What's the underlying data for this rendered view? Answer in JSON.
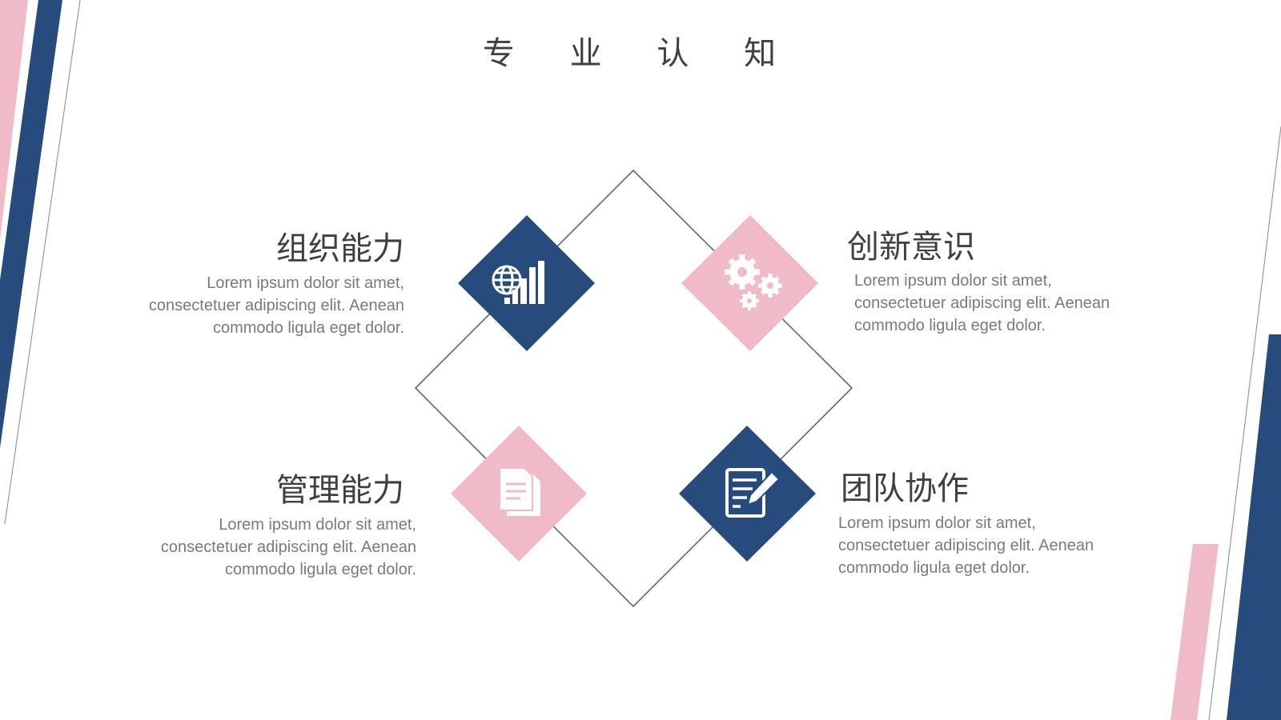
{
  "slide": {
    "title": "专 业 认 知"
  },
  "colors": {
    "navy": "#264B7C",
    "pink": "#F0BBC7",
    "outline": "#666666",
    "text": "#404040",
    "muted": "#7A7A7A"
  },
  "items": [
    {
      "heading": "组织能力",
      "lines": [
        "Lorem ipsum dolor sit amet,",
        "consectetuer adipiscing elit. Aenean",
        "commodo ligula eget dolor."
      ],
      "icon": "globe-chart-icon",
      "color": "navy"
    },
    {
      "heading": "创新意识",
      "lines": [
        "Lorem ipsum dolor sit amet,",
        "consectetuer adipiscing elit. Aenean",
        "commodo ligula eget dolor."
      ],
      "icon": "gears-icon",
      "color": "pink"
    },
    {
      "heading": "管理能力",
      "lines": [
        "Lorem ipsum dolor sit amet,",
        "consectetuer adipiscing elit. Aenean",
        "commodo ligula eget dolor."
      ],
      "icon": "document-icon",
      "color": "pink"
    },
    {
      "heading": "团队协作",
      "lines": [
        "Lorem ipsum dolor sit amet,",
        "consectetuer adipiscing elit. Aenean",
        "commodo ligula eget dolor."
      ],
      "icon": "edit-document-icon",
      "color": "navy"
    }
  ]
}
